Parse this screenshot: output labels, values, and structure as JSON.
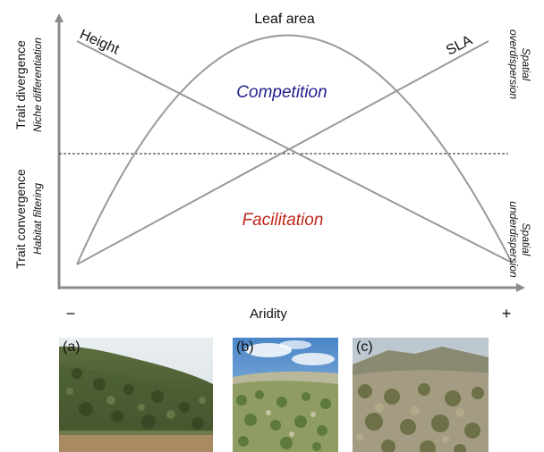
{
  "diagram": {
    "curve_labels": {
      "height": "Height",
      "leaf_area": "Leaf area",
      "sla": "SLA"
    },
    "zones": {
      "upper": "Competition",
      "lower": "Facilitation"
    },
    "left_axis": {
      "upper_main": "Trait divergence",
      "upper_sub": "Niche differentiation",
      "lower_main": "Trait convergence",
      "lower_sub": "Habitat filtering"
    },
    "right_axis": {
      "upper_line1": "Spatial",
      "upper_line2": "overdispersion",
      "lower_line1": "Spatial",
      "lower_line2": "underdispersion"
    },
    "x_axis": {
      "label": "Aridity",
      "low": "−",
      "high": "+"
    },
    "colors": {
      "competition": "#1f1f8c",
      "facilitation": "#c0281c",
      "curves": "#999999",
      "axes": "#8c8c8c"
    }
  },
  "photos": [
    {
      "label": "(a)",
      "description_icon": "landscape-photo"
    },
    {
      "label": "(b)",
      "description_icon": "landscape-photo"
    },
    {
      "label": "(c)",
      "description_icon": "landscape-photo"
    }
  ]
}
